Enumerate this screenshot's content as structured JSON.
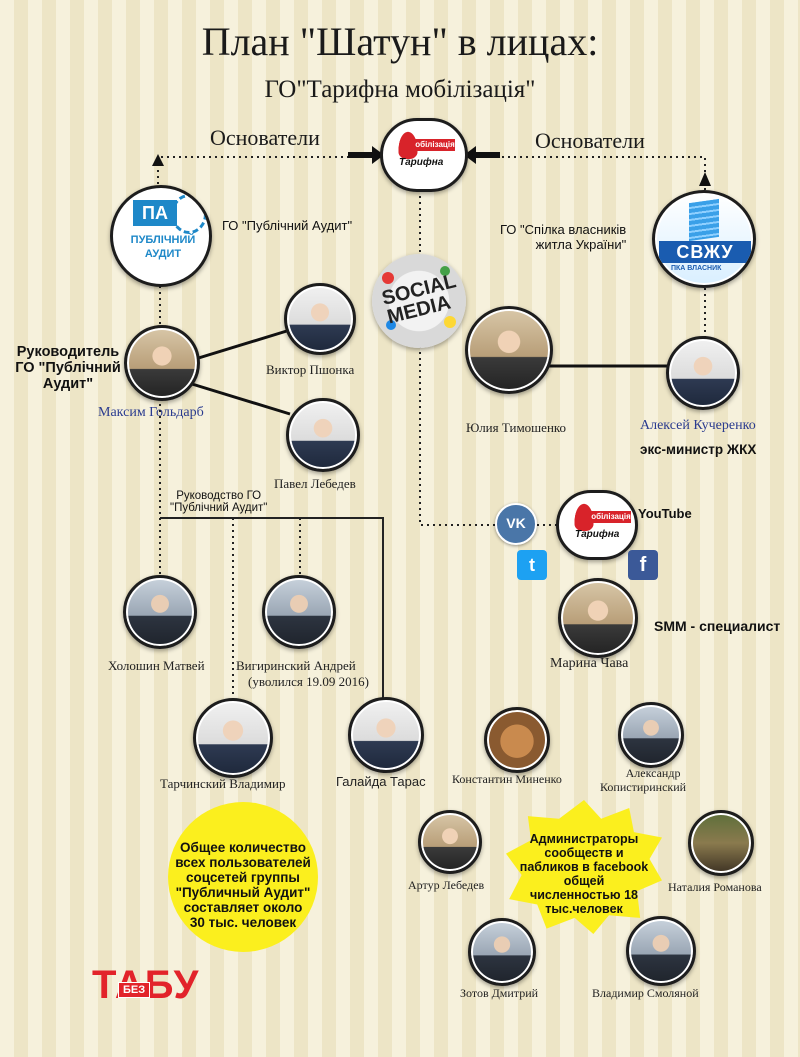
{
  "header": {
    "title": "План \"Шатун\" в лицах:",
    "subtitle": "ГО\"Тарифна мобілізація\""
  },
  "founders": {
    "left": "Основатели",
    "right": "Основатели"
  },
  "orgs": {
    "public_audit": {
      "label": "ГО \"Публічний Аудит\"",
      "logo_short": "ПА",
      "logo_line1": "ПУБЛІЧНИЙ",
      "logo_line2": "АУДИТ"
    },
    "svzhu": {
      "label_line1": "ГО \"Спілка власників",
      "label_line2": "житла України\"",
      "logo": "СВЖУ",
      "logo_sub": "ПКА ВЛАСНИК"
    },
    "tarif": {
      "logo_red": "обілізація",
      "logo_black": "Тарифна"
    },
    "social_media": {
      "line1": "SOCIAL",
      "line2": "MEDIA"
    }
  },
  "people": {
    "goldarb": "Максим Гольдарб",
    "leader_line1": "Руководитель",
    "leader_line2": "ГО \"Публічний",
    "leader_line3": "Аудит\"",
    "pshonka": "Виктор Пшонка",
    "lebedev_p": "Павел Лебедев",
    "tymoshenko": "Юлия Тимошенко",
    "kucherenko": "Алексей Кучеренко",
    "kucherenko_role": "экс-министр ЖКХ",
    "management_line1": "Руководство ГО",
    "management_line2": "\"Публічний Аудит\"",
    "kholoshin": "Холошин Матвей",
    "vigirinsky": "Вигиринский Андрей",
    "vigirinsky_note": "(уволился 19.09 2016)",
    "tarchinsky": "Тарчинский Владимир",
    "galaida": "Галайда Тарас",
    "chava": "Марина Чава",
    "smm_role": "SMM - специалист",
    "minenko": "Константин Миненко",
    "kopistirinsky_line1": "Александр",
    "kopistirinsky_line2": "Копистиринский",
    "lebedev_a": "Артур Лебедев",
    "romanova": "Наталия Романова",
    "zotov": "Зотов Дмитрий",
    "smolyanoy": "Владимир Смоляной"
  },
  "social_icons": {
    "vk": "VK",
    "youtube": "YouTube",
    "twitter": "t",
    "facebook": "f"
  },
  "callouts": {
    "users_line1": "Общее количество",
    "users_line2": "всех пользователей",
    "users_line3": "соцсетей группы",
    "users_line4": "\"Публичный Аудит\"",
    "users_line5": "составляет около",
    "users_line6": "30 тыс. человек",
    "admins_line1": "Администраторы",
    "admins_line2": "сообществ и",
    "admins_line3": "пабликов в facebook",
    "admins_line4": "общей",
    "admins_line5": "численностью 18",
    "admins_line6": "тыс.человек"
  },
  "brand": {
    "name": "ТАБУ",
    "tag": "БЕЗ"
  },
  "colors": {
    "accent_red": "#d8232a",
    "callout_yellow": "#fbef1e",
    "name_blue": "#2a3b8f",
    "pa_blue": "#1e88c8"
  }
}
